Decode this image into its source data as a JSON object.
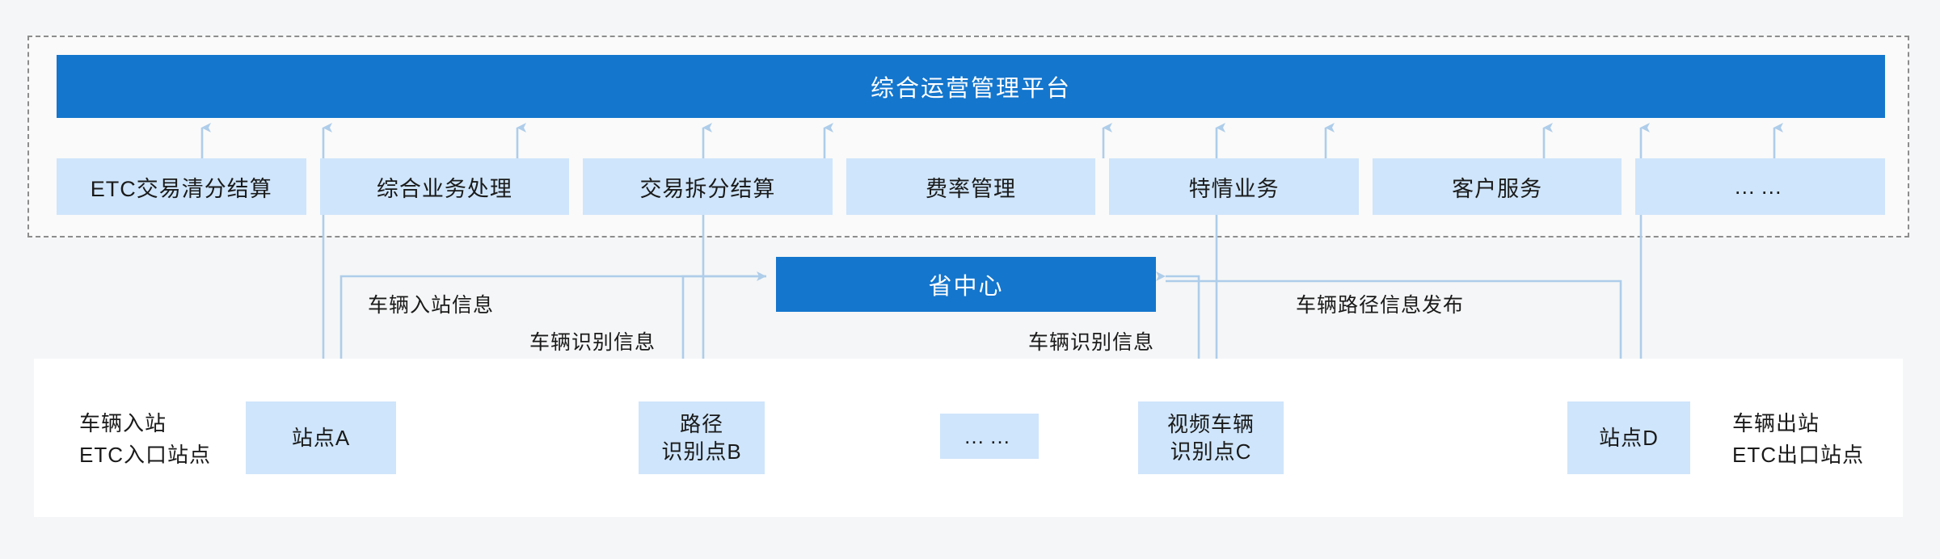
{
  "colors": {
    "page_bg": "#f5f6f7",
    "primary_blue": "#1476cd",
    "light_blue": "#cfe5fb",
    "connector_blue": "#aecdea",
    "dash_gray": "#8d8d8d",
    "panel_white": "#ffffff"
  },
  "platform": {
    "title": "综合运营管理平台"
  },
  "modules": [
    {
      "label": "ETC交易清分结算"
    },
    {
      "label": "综合业务处理"
    },
    {
      "label": "交易拆分结算"
    },
    {
      "label": "费率管理"
    },
    {
      "label": "特情业务"
    },
    {
      "label": "客户服务"
    },
    {
      "label": "……"
    }
  ],
  "province": {
    "title": "省中心"
  },
  "edge_labels": [
    {
      "id": "vehicle-entry-info",
      "text": "车辆入站信息"
    },
    {
      "id": "vehicle-id-info-left",
      "text": "车辆识别信息"
    },
    {
      "id": "vehicle-id-info-right",
      "text": "车辆识别信息"
    },
    {
      "id": "vehicle-route-publish",
      "text": "车辆路径信息发布"
    }
  ],
  "captions": {
    "left": "车辆入站\nETC入口站点",
    "right": "车辆出站\nETC出口站点"
  },
  "flow_nodes": [
    {
      "id": "station-a",
      "lines": [
        "站点A"
      ]
    },
    {
      "id": "path-point-b",
      "lines": [
        "路径",
        "识别点B"
      ]
    },
    {
      "id": "ellipsis-node",
      "lines": [
        "……"
      ]
    },
    {
      "id": "video-point-c",
      "lines": [
        "视频车辆",
        "识别点C"
      ]
    },
    {
      "id": "station-d",
      "lines": [
        "站点D"
      ]
    }
  ]
}
